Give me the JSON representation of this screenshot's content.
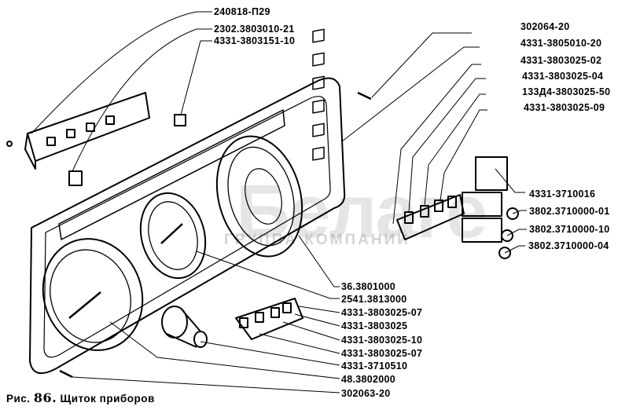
{
  "figure": {
    "caption_prefix": "Рис.",
    "caption_number": "86.",
    "caption_text": "Щиток приборов"
  },
  "watermark": {
    "brand": "Белаге",
    "subtitle": "ГРУППА КОМПАНИЙ"
  },
  "labels_top_left": [
    "240818-П29",
    "2302.3803010-21",
    "4331-3803151-10"
  ],
  "labels_top_right": [
    "302064-20",
    "4331-3805010-20",
    "4331-3803025-02",
    "4331-3803025-04",
    "133Д4-3803025-50",
    "4331-3803025-09"
  ],
  "labels_right": [
    "4331-3710016",
    "3802.3710000-01",
    "3802.3710000-10",
    "3802.3710000-04"
  ],
  "labels_bottom": [
    "36.3801000",
    "2541.3813000",
    "4331-3803025-07",
    "4331-3803025",
    "4331-3803025-10",
    "4331-3803025-07",
    "4331-3710510",
    "48.3802000",
    "302063-20"
  ]
}
